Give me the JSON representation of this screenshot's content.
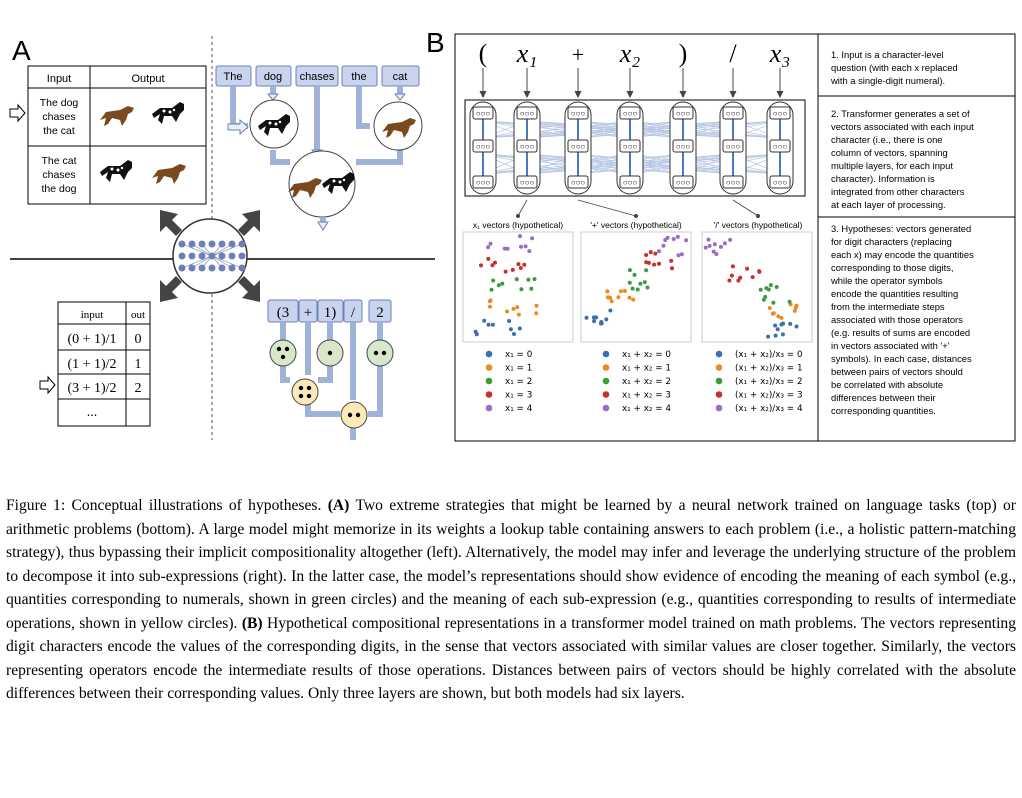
{
  "panel_a": {
    "label": "A",
    "table_top": {
      "headers": [
        "Input",
        "Output"
      ],
      "rows": [
        {
          "input_lines": [
            "The dog",
            "chases",
            "the cat"
          ]
        },
        {
          "input_lines": [
            "The cat",
            "chases",
            "the dog"
          ]
        }
      ]
    },
    "tokens": [
      "The",
      "dog",
      "chases",
      "the",
      "cat"
    ],
    "table_bottom": {
      "headers": [
        "input",
        "out"
      ],
      "rows": [
        {
          "input": "(0 + 1)/1",
          "out": "0"
        },
        {
          "input": "(1 + 1)/2",
          "out": "1"
        },
        {
          "input": "(3 + 1)/2",
          "out": "2"
        },
        {
          "input": "...",
          "out": ""
        }
      ]
    },
    "math_tokens": [
      "(3",
      "+",
      "1)",
      "/",
      "2"
    ]
  },
  "panel_b": {
    "label": "B",
    "sequence": [
      "(",
      "x₁",
      "+",
      "x₂",
      ")",
      "/",
      "x₃"
    ],
    "unit_glyph": "○○○",
    "descriptions": [
      "1. Input is a character-level question (with each x replaced with a single-digit numeral).",
      "2. Transformer generates a set of vectors associated with each input character (i.e., there is one column of vectors, spanning multiple layers, for each input character). Information is integrated from other characters at each layer of processing.",
      "3. Hypotheses: vectors generated for digit characters (replacing each x) may encode the quantities corresponding to those digits, while the operator symbols encode the quantities resulting from the intermediate steps associated with those operators (e.g. results of sums are encoded in vectors associated with '+' symbols). In each case, distances between pairs of vectors should be correlated with absolute differences between their corresponding quantities."
    ],
    "plots": [
      {
        "title": "x₁ vectors (hypothetical)",
        "legend": [
          "x₁ = 0",
          "x₁ = 1",
          "x₁ = 2",
          "x₁ = 3",
          "x₁ = 4"
        ]
      },
      {
        "title": "'+' vectors (hypothetical)",
        "legend": [
          "x₁ + x₂ = 0",
          "x₁ + x₂ = 1",
          "x₁ + x₂ = 2",
          "x₁ + x₂ = 3",
          "x₁ + x₂ = 4"
        ]
      },
      {
        "title": "'/' vectors (hypothetical)",
        "legend": [
          "(x₁ + x₂)/x₃ = 0",
          "(x₁ + x₂)/x₃ = 1",
          "(x₁ + x₂)/x₃ = 2",
          "(x₁ + x₂)/x₃ = 3",
          "(x₁ + x₂)/x₃ = 4"
        ]
      }
    ],
    "colors": [
      "#3a6fb0",
      "#ef8a22",
      "#3f9a3f",
      "#c9302c",
      "#9a6cc6"
    ]
  },
  "caption": {
    "label": "Figure 1:",
    "title": "Conceptual illustrations of hypotheses.",
    "a_label": "(A)",
    "a_text": "Two extreme strategies that might be learned by a neural network trained on language tasks (top) or arithmetic problems (bottom). A large model might memorize in its weights a lookup table containing answers to each problem (i.e., a holistic pattern-matching strategy), thus bypassing their implicit compositionality altogether (left). Alternatively, the model may infer and leverage the underlying structure of the problem to decompose it into sub-expressions (right). In the latter case, the model’s representations should show evidence of encoding the meaning of each symbol (e.g., quantities corresponding to numerals, shown in green circles) and the meaning of each sub-expression (e.g., quantities corresponding to results of intermediate operations, shown in yellow circles).",
    "b_label": "(B)",
    "b_text": "Hypothetical compositional representations in a transformer model trained on math problems. The vectors representing digit characters encode the values of the corresponding digits, in the sense that vectors associated with similar values are closer together. Similarly, the vectors representing operators encode the intermediate results of those operations. Distances between pairs of vectors should be highly correlated with the absolute differences between their corresponding values. Only three layers are shown, but both models had six layers."
  }
}
